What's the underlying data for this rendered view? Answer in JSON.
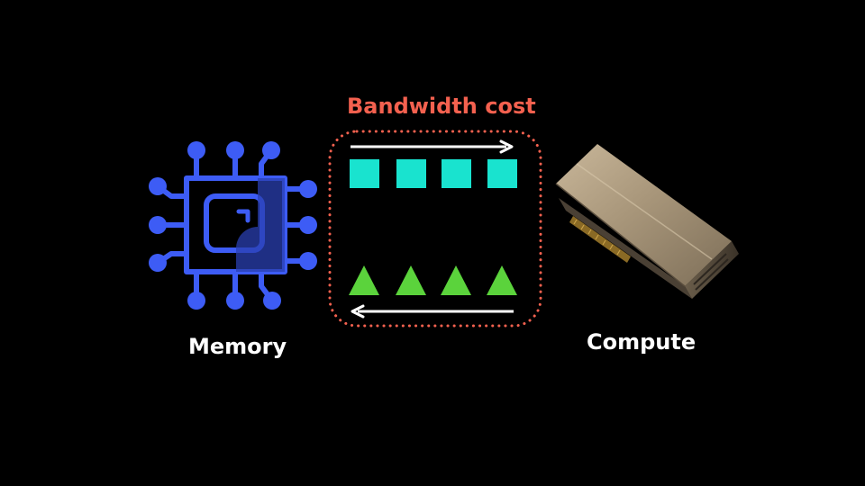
{
  "bandwidth": {
    "title": "Bandwidth cost",
    "title_color": "#f4614f",
    "border_color": "#f4614f",
    "square_color": "#19e3cf",
    "triangle_color": "#5bd33c",
    "arrow_color": "#ffffff",
    "squares": [
      "data-block",
      "data-block",
      "data-block",
      "data-block"
    ],
    "triangles": [
      "result-block",
      "result-block",
      "result-block",
      "result-block"
    ]
  },
  "memory": {
    "label": "Memory",
    "icon": "memory-chip-icon",
    "icon_color": "#3d5cf5"
  },
  "compute": {
    "label": "Compute",
    "icon": "gpu-card-icon"
  }
}
